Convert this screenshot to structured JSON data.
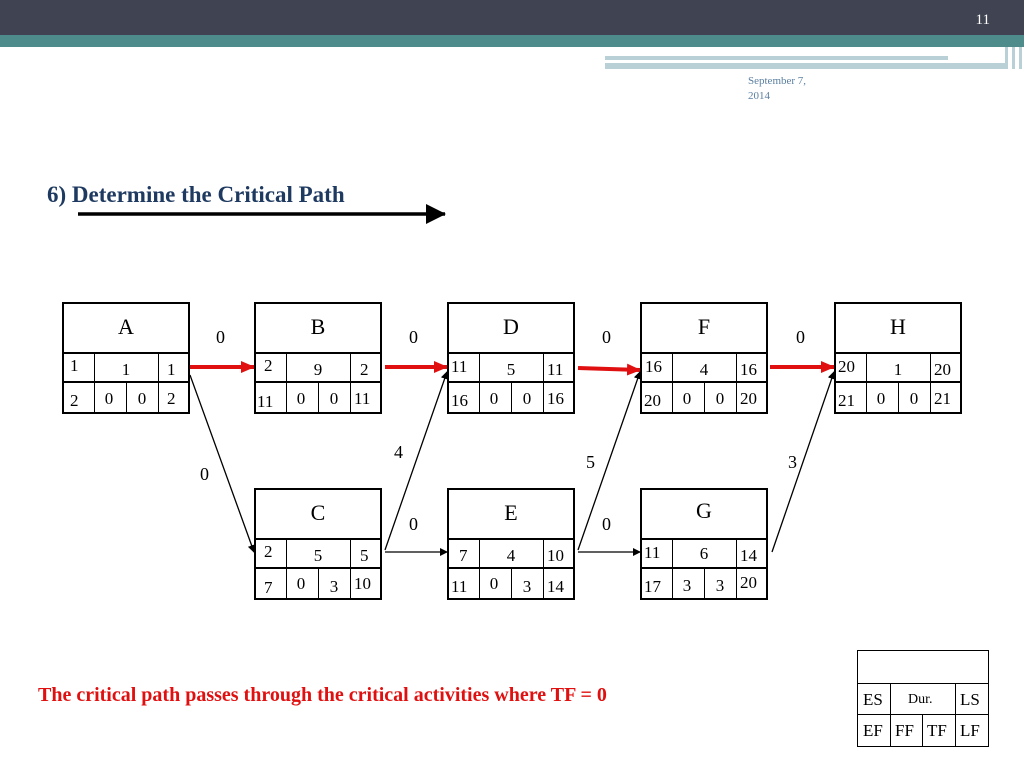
{
  "slide": {
    "number": "11",
    "date": "September 7, 2014",
    "title": "6) Determine the Critical Path"
  },
  "nodes": {
    "A": {
      "name": "A",
      "es": "1",
      "dur": "1",
      "ls": "1",
      "ef": "2",
      "ff": "0",
      "tf": "0",
      "lf": "2"
    },
    "B": {
      "name": "B",
      "es": "2",
      "dur": "9",
      "ls": "2",
      "ef": "11",
      "ff": "0",
      "tf": "0",
      "lf": "11"
    },
    "C": {
      "name": "C",
      "es": "2",
      "dur": "5",
      "ls": "5",
      "ef": "7",
      "ff": "0",
      "tf": "3",
      "lf": "10"
    },
    "D": {
      "name": "D",
      "es": "11",
      "dur": "5",
      "ls": "11",
      "ef": "16",
      "ff": "0",
      "tf": "0",
      "lf": "16"
    },
    "E": {
      "name": "E",
      "es": "7",
      "dur": "4",
      "ls": "10",
      "ef": "11",
      "ff": "0",
      "tf": "3",
      "lf": "14"
    },
    "F": {
      "name": "F",
      "es": "16",
      "dur": "4",
      "ls": "16",
      "ef": "20",
      "ff": "0",
      "tf": "0",
      "lf": "20"
    },
    "G": {
      "name": "G",
      "es": "11",
      "dur": "6",
      "ls": "14",
      "ef": "17",
      "ff": "3",
      "tf": "3",
      "lf": "20"
    },
    "H": {
      "name": "H",
      "es": "20",
      "dur": "1",
      "ls": "20",
      "ef": "21",
      "ff": "0",
      "tf": "0",
      "lf": "21"
    }
  },
  "lags": {
    "AB": "0",
    "BD": "0",
    "DF": "0",
    "FH": "0",
    "AC": "0",
    "CD": "4",
    "CE": "0",
    "EG": "0",
    "EF": "5",
    "GH": "3"
  },
  "note": "The critical path passes through the critical activities where TF = 0",
  "legend": {
    "es": "ES",
    "dur": "Dur.",
    "ls": "LS",
    "ef": "EF",
    "ff": "FF",
    "tf": "TF",
    "lf": "LF"
  },
  "colors": {
    "critical": "#e01010",
    "title": "#1f3a60",
    "header": "#3f4352",
    "accent": "#4e8c8c"
  }
}
